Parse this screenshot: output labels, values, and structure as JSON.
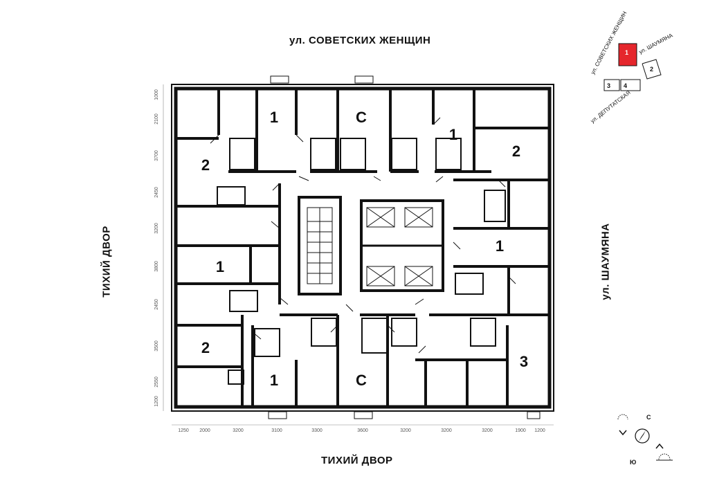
{
  "streets": {
    "top": "ул. СОВЕТСКИХ ЖЕНЩИН",
    "bottom": "ТИХИЙ ДВОР",
    "left": "ТИХИЙ ДВОР",
    "right": "ул. ШАУМЯНА"
  },
  "rooms": [
    "1",
    "С",
    "1",
    "2",
    "2",
    "1",
    "1",
    "2",
    "1",
    "С",
    "3"
  ],
  "dimensions": {
    "left": [
      "1000",
      "2100",
      "3700",
      "2450",
      "3200",
      "3800",
      "2450",
      "3500",
      "2550",
      "1200"
    ],
    "bottom": [
      "1250",
      "2000",
      "3200",
      "3100",
      "3300",
      "3600",
      "3200",
      "3200",
      "3200",
      "1900",
      "1200"
    ]
  },
  "key_plan": {
    "street_soviet": "ул. СОВЕТСКИХ ЖЕНЩИН",
    "street_shaum": "ул. ШАУМЯНА",
    "street_deput": "ул. ДЕПУТАТСКАЯ",
    "sections": [
      "1",
      "2",
      "3",
      "4"
    ],
    "highlight_color": "#e5262c"
  },
  "compass": {
    "north": "С",
    "south": "Ю"
  }
}
